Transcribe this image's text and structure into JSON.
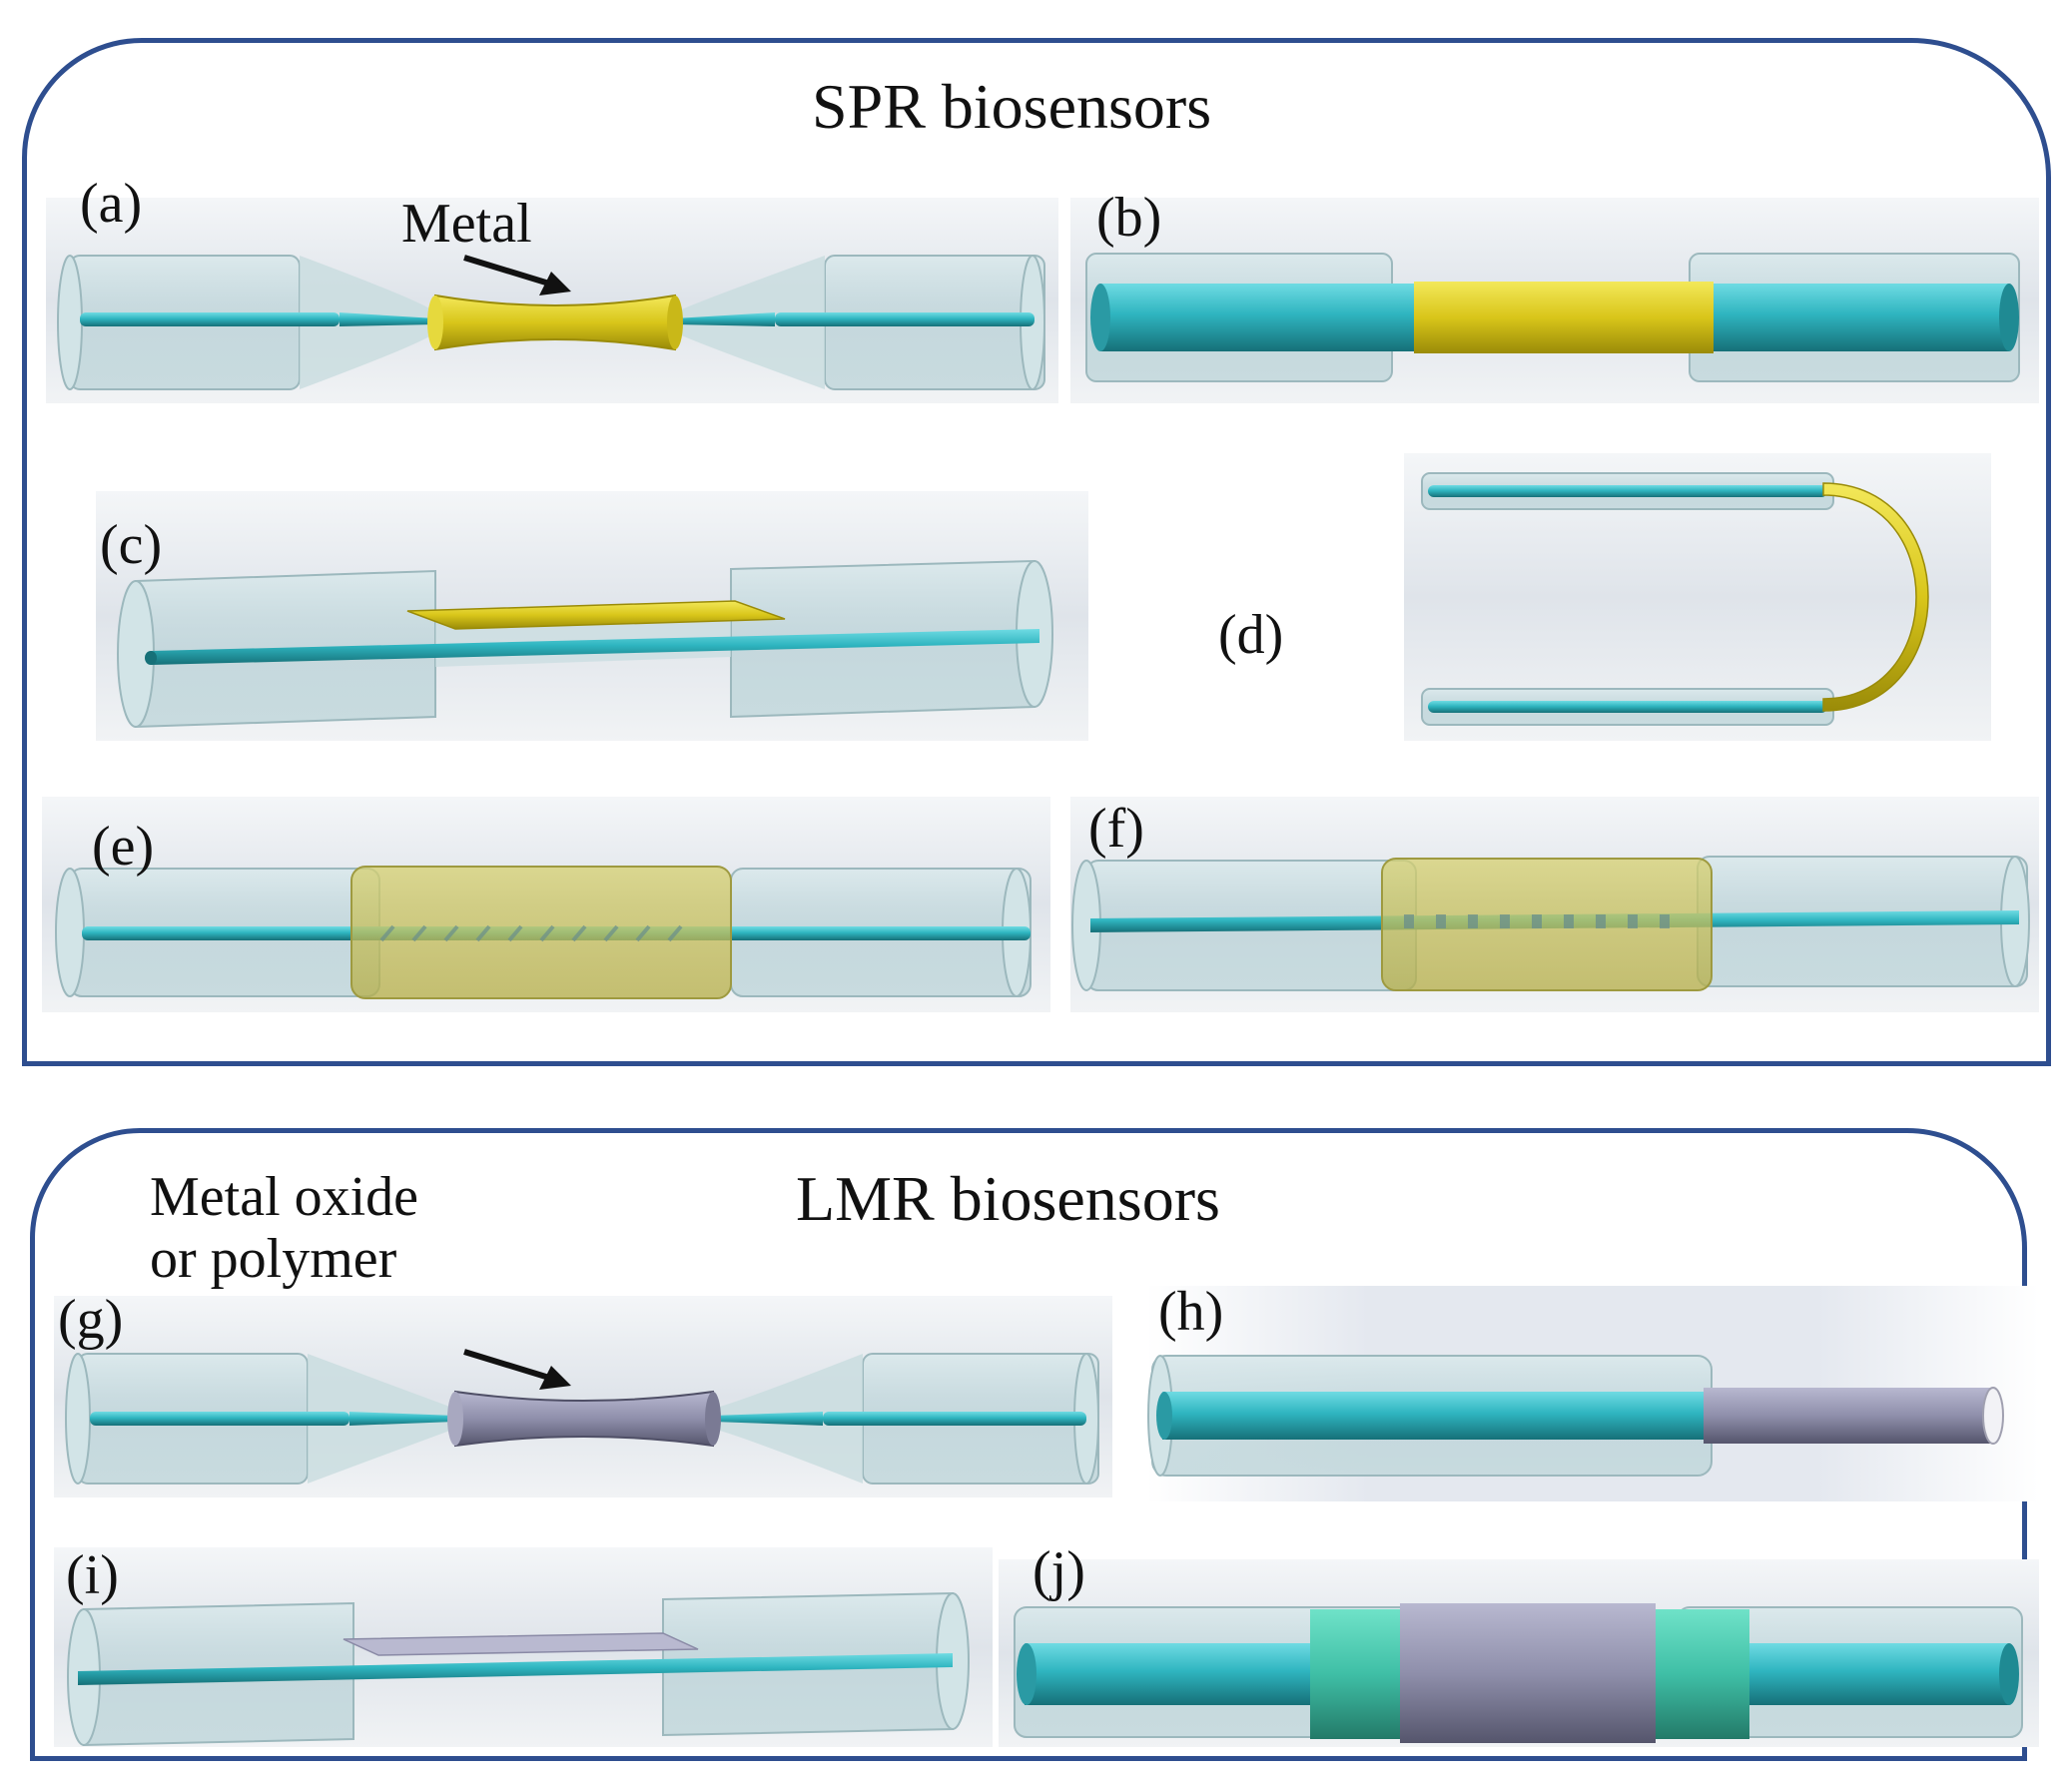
{
  "spr": {
    "title": "SPR biosensors",
    "metal_label": "Metal"
  },
  "lmr": {
    "title": "LMR biosensors",
    "coating_label_line1": "Metal oxide",
    "coating_label_line2": "or polymer"
  },
  "panels": {
    "a": "(a)",
    "b": "(b)",
    "c": "(c)",
    "d": "(d)",
    "e": "(e)",
    "f": "(f)",
    "g": "(g)",
    "h": "(h)",
    "i": "(i)",
    "j": "(j)"
  },
  "colors": {
    "frame": "#2e4e8f",
    "fiber_core": "#2fb5c0",
    "fiber_core_dark": "#1a7c86",
    "cladding": "#cfe5e8",
    "gold": "#d9c61a",
    "gold_dark": "#a99a0c",
    "oxide": "#8f8fab",
    "oxide_dark": "#5e5e78",
    "teal_ring": "#3fbfa6"
  }
}
